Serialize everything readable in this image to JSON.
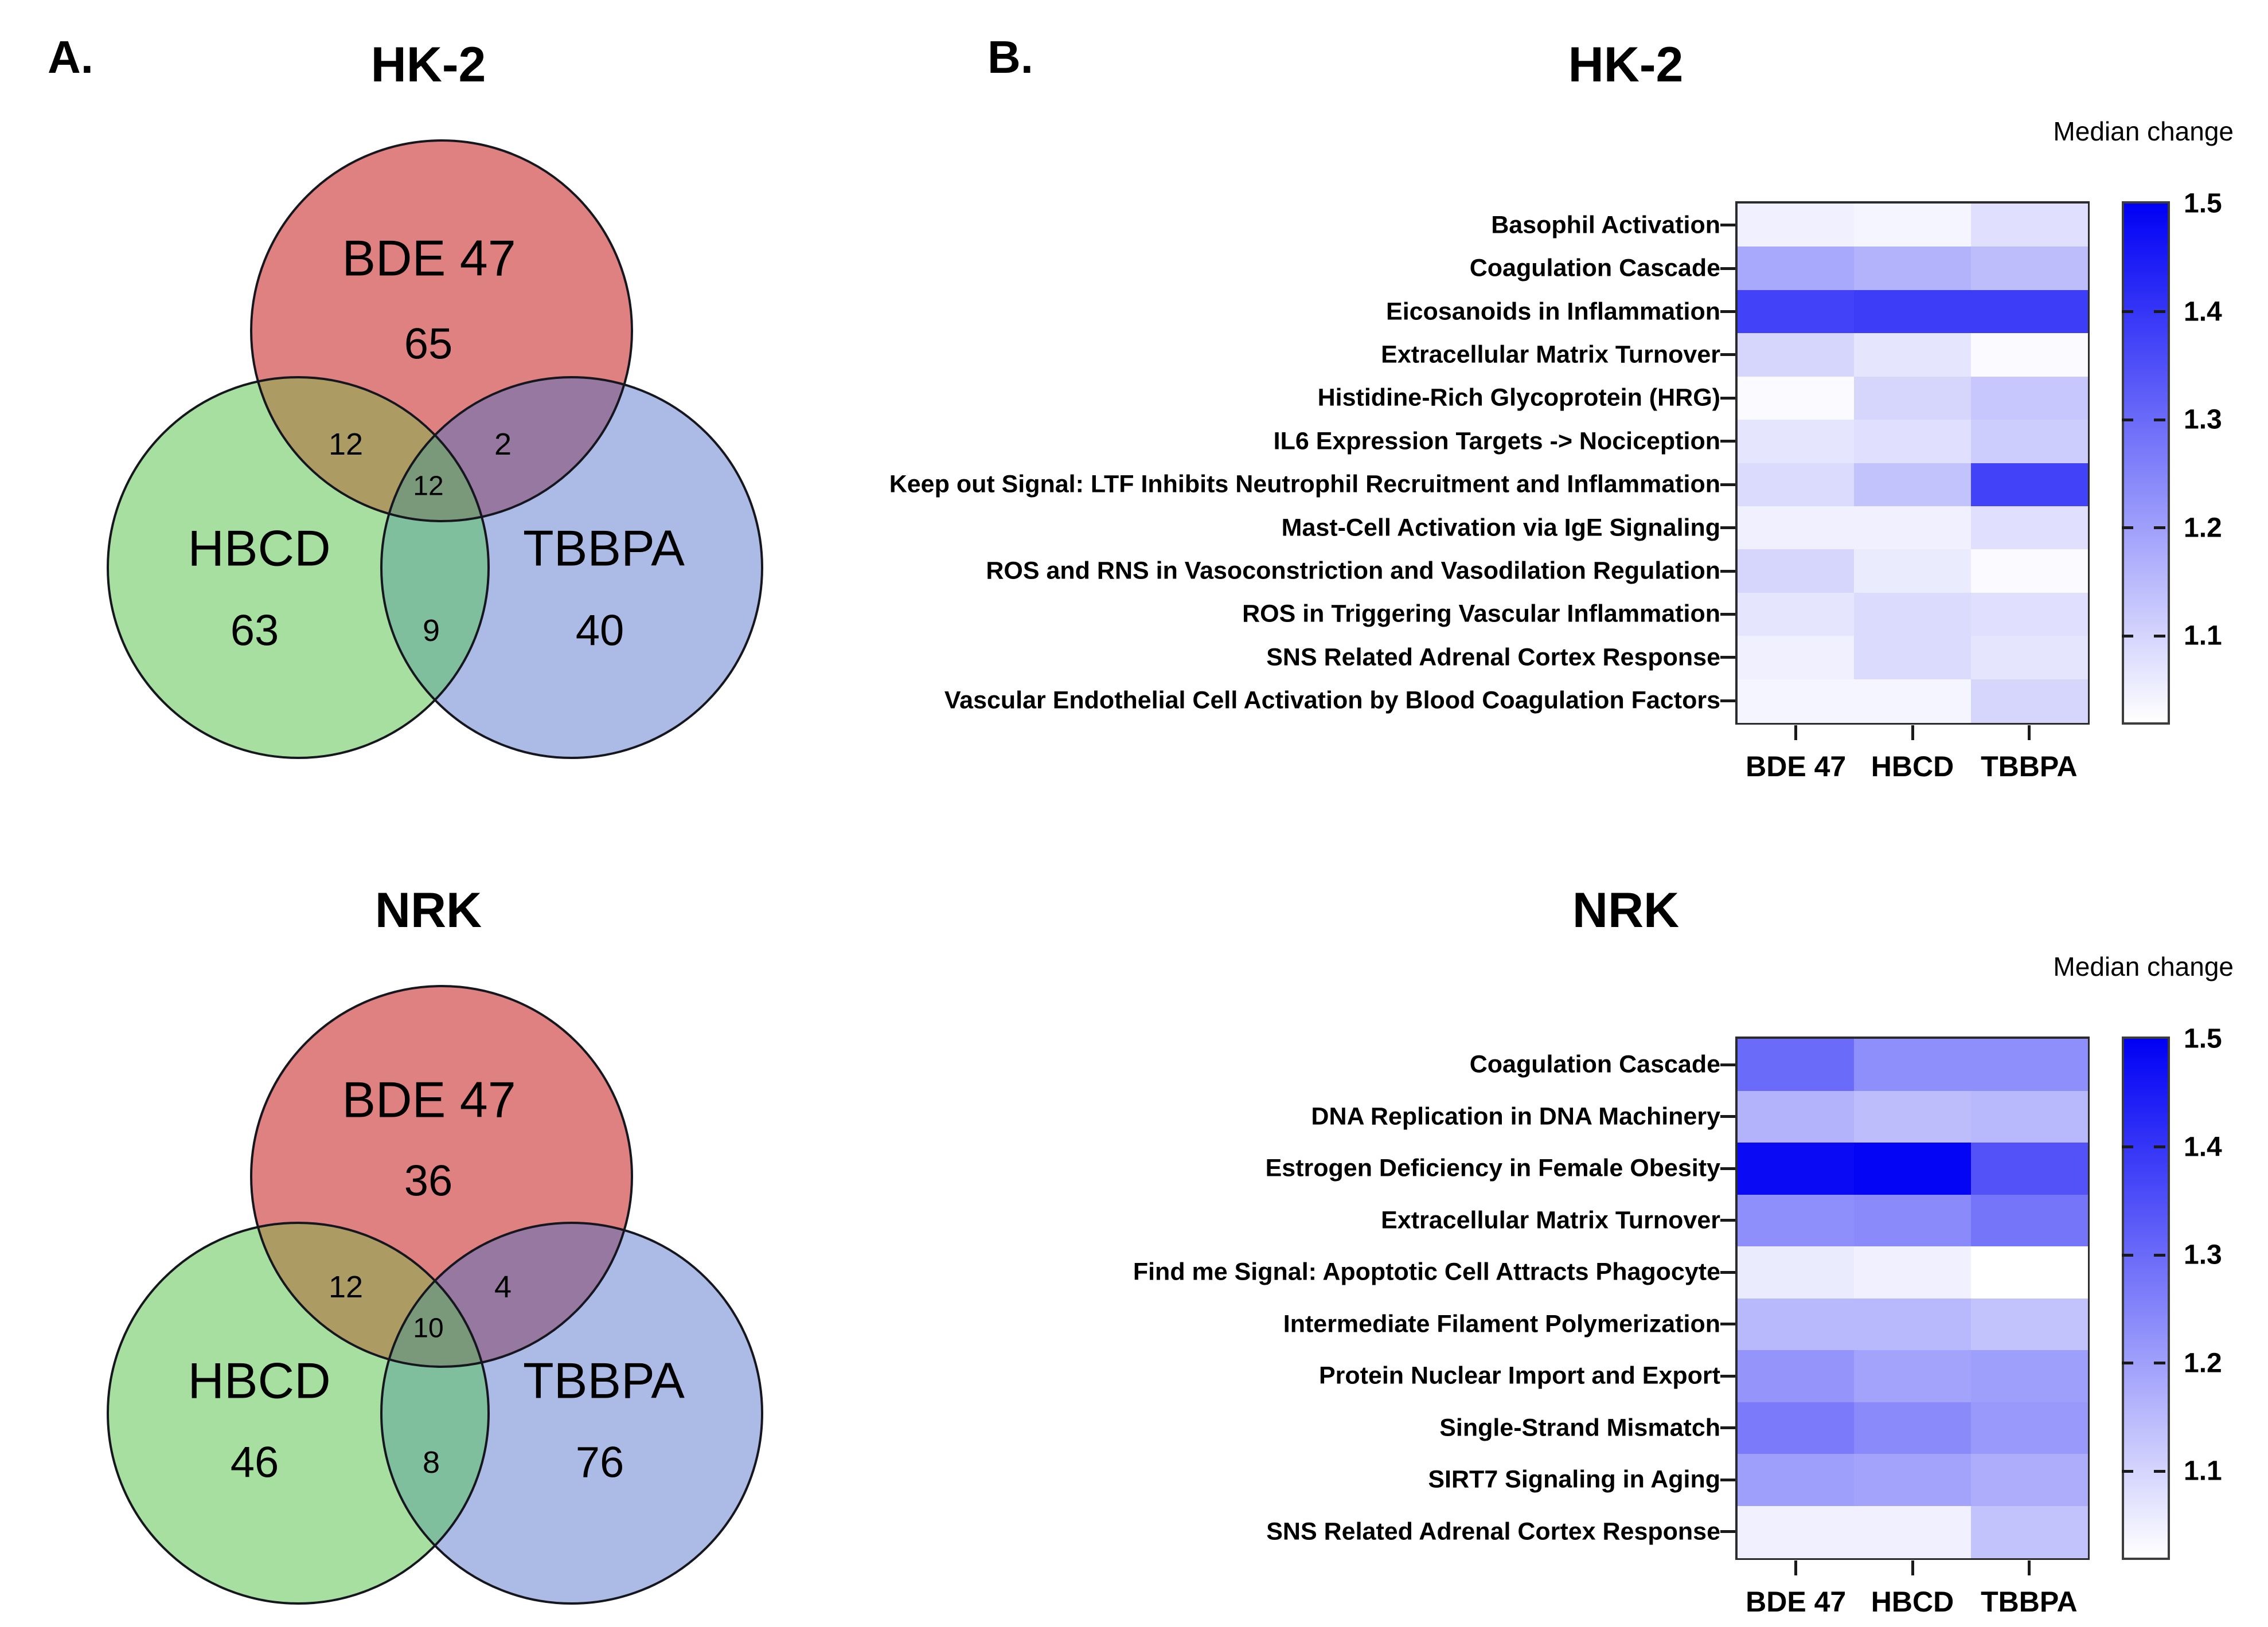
{
  "panels": {
    "a": "A.",
    "b": "B."
  },
  "venn_colors": {
    "bde47": "#E08181",
    "hbcd": "#A6DFA0",
    "tbbpa": "#ACBBE6",
    "bde47_hbcd": "#AC9C64",
    "bde47_tbbpa": "#9678A0",
    "hbcd_tbbpa": "#80BF9D",
    "center": "#7A997B",
    "outline": "#16161f"
  },
  "chart_data": [
    {
      "type": "venn",
      "panel": "A",
      "title": "HK-2",
      "sets": [
        "BDE 47",
        "HBCD",
        "TBBPA"
      ],
      "counts": {
        "BDE 47 only": 65,
        "HBCD only": 63,
        "TBBPA only": 40,
        "BDE 47 ∩ HBCD": 12,
        "BDE 47 ∩ TBBPA": 2,
        "HBCD ∩ TBBPA": 9,
        "BDE 47 ∩ HBCD ∩ TBBPA": 12
      }
    },
    {
      "type": "venn",
      "panel": "A",
      "title": "NRK",
      "sets": [
        "BDE 47",
        "HBCD",
        "TBBPA"
      ],
      "counts": {
        "BDE 47 only": 36,
        "HBCD only": 46,
        "TBBPA only": 76,
        "BDE 47 ∩ HBCD": 12,
        "BDE 47 ∩ TBBPA": 4,
        "HBCD ∩ TBBPA": 8,
        "BDE 47 ∩ HBCD ∩ TBBPA": 10
      }
    },
    {
      "type": "heatmap",
      "panel": "B",
      "title": "HK-2",
      "colorbar_title": "Median change",
      "columns": [
        "BDE 47",
        "HBCD",
        "TBBPA"
      ],
      "scale": {
        "min": 1.0,
        "max": 1.5,
        "tick_labels": [
          "1.5",
          "1.4",
          "1.3",
          "1.2",
          "1.1"
        ],
        "high_color": "#0000F5",
        "low_color": "#FFFFFF"
      },
      "rows": [
        {
          "label": "Basophil Activation",
          "values": [
            1.03,
            1.02,
            1.06
          ]
        },
        {
          "label": "Coagulation Cascade",
          "values": [
            1.17,
            1.15,
            1.13
          ]
        },
        {
          "label": "Eicosanoids in Inflammation",
          "values": [
            1.37,
            1.38,
            1.38
          ]
        },
        {
          "label": "Extracellular Matrix Turnover",
          "values": [
            1.08,
            1.05,
            1.01
          ]
        },
        {
          "label": "Histidine-Rich Glycoprotein (HRG)",
          "values": [
            1.01,
            1.08,
            1.11
          ]
        },
        {
          "label": "IL6 Expression Targets -> Nociception",
          "values": [
            1.05,
            1.06,
            1.1
          ]
        },
        {
          "label": "Keep out Signal: LTF Inhibits Neutrophil Recruitment and Inflammation",
          "values": [
            1.07,
            1.12,
            1.37
          ]
        },
        {
          "label": "Mast-Cell Activation via IgE Signaling",
          "values": [
            1.03,
            1.03,
            1.06
          ]
        },
        {
          "label": "ROS and RNS in Vasoconstriction and Vasodilation Regulation",
          "values": [
            1.08,
            1.04,
            1.01
          ]
        },
        {
          "label": "ROS in Triggering Vascular Inflammation",
          "values": [
            1.05,
            1.07,
            1.06
          ]
        },
        {
          "label": "SNS Related Adrenal Cortex Response",
          "values": [
            1.03,
            1.07,
            1.05
          ]
        },
        {
          "label": "Vascular Endothelial Cell Activation by Blood Coagulation Factors",
          "values": [
            1.02,
            1.02,
            1.08
          ]
        }
      ]
    },
    {
      "type": "heatmap",
      "panel": "B",
      "title": "NRK",
      "colorbar_title": "Median change",
      "columns": [
        "BDE 47",
        "HBCD",
        "TBBPA"
      ],
      "scale": {
        "min": 1.0,
        "max": 1.5,
        "tick_labels": [
          "1.5",
          "1.4",
          "1.3",
          "1.2",
          "1.1"
        ],
        "high_color": "#0000F5",
        "low_color": "#FFFFFF"
      },
      "rows": [
        {
          "label": "Coagulation Cascade",
          "values": [
            1.29,
            1.22,
            1.22
          ]
        },
        {
          "label": "DNA Replication in DNA Machinery",
          "values": [
            1.15,
            1.13,
            1.14
          ]
        },
        {
          "label": "Estrogen Deficiency in Female Obesity",
          "values": [
            1.48,
            1.49,
            1.34
          ]
        },
        {
          "label": "Extracellular Matrix Turnover",
          "values": [
            1.22,
            1.23,
            1.27
          ]
        },
        {
          "label": "Find me Signal: Apoptotic Cell Attracts Phagocyte",
          "values": [
            1.04,
            1.03,
            1.0
          ]
        },
        {
          "label": "Intermediate Filament Polymerization",
          "values": [
            1.14,
            1.14,
            1.12
          ]
        },
        {
          "label": "Protein Nuclear Import and Export",
          "values": [
            1.21,
            1.18,
            1.19
          ]
        },
        {
          "label": "Single-Strand Mismatch",
          "values": [
            1.26,
            1.23,
            1.2
          ]
        },
        {
          "label": "SIRT7 Signaling in Aging",
          "values": [
            1.19,
            1.18,
            1.16
          ]
        },
        {
          "label": "SNS Related Adrenal Cortex Response",
          "values": [
            1.03,
            1.03,
            1.12
          ]
        }
      ]
    }
  ]
}
